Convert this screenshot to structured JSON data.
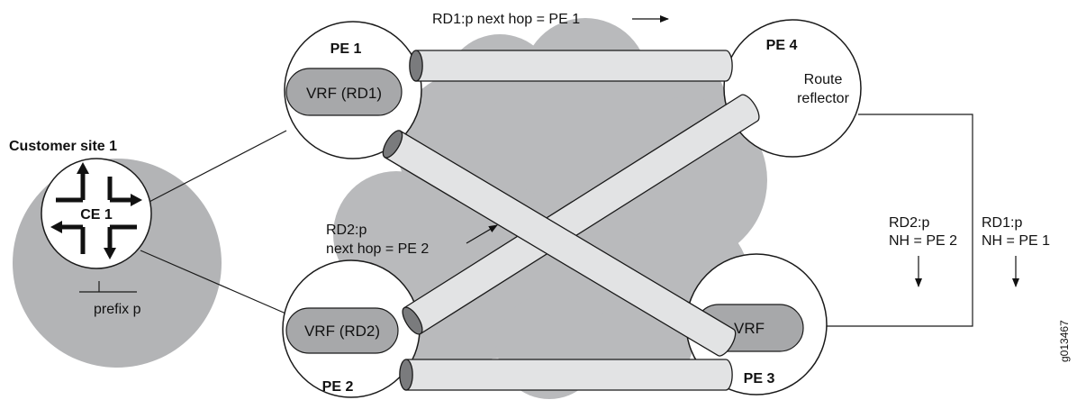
{
  "customer_site": {
    "title": "Customer site 1",
    "router": "CE 1",
    "prefix": "prefix p"
  },
  "routers": {
    "pe1": {
      "name": "PE 1",
      "vrf": "VRF (RD1)"
    },
    "pe2": {
      "name": "PE 2",
      "vrf": "VRF (RD2)"
    },
    "pe3": {
      "name": "PE 3",
      "vrf": "VRF"
    },
    "pe4": {
      "name": "PE 4",
      "role_line1": "Route",
      "role_line2": "reflector"
    }
  },
  "annotations": {
    "top_advert": "RD1:p next hop = PE 1",
    "mid_advert_line1": "RD2:p",
    "mid_advert_line2": "next hop = PE 2",
    "rr_rd2_line1": "RD2:p",
    "rr_rd2_line2": "NH = PE 2",
    "rr_rd1_line1": "RD1:p",
    "rr_rd1_line2": "NH = PE 1"
  },
  "figure_id": "g013467",
  "colors": {
    "cloud": "#b9babc",
    "site": "#b3b4b6",
    "tunnel": "#e2e3e4",
    "tunnel_end": "#7a7b7d",
    "vrf": "#a7a8aa",
    "router_fill": "#ffffff",
    "stroke": "#1a1a1a"
  }
}
